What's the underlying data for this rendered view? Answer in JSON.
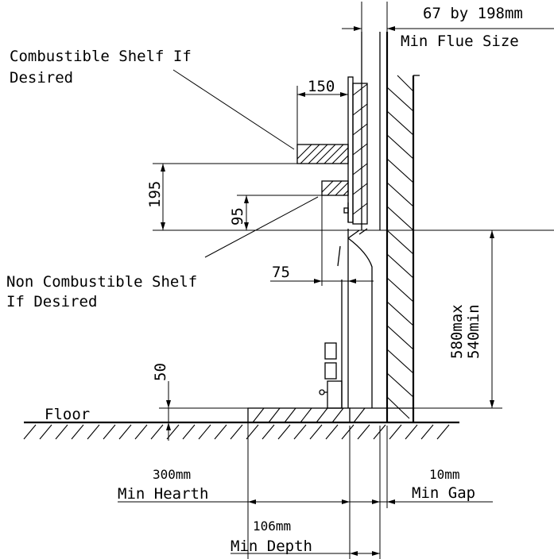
{
  "labels": {
    "flue_size_line1": "67 by 198mm",
    "flue_size_line2": "Min Flue Size",
    "combustible_shelf_line1": "Combustible Shelf If",
    "combustible_shelf_line2": "Desired",
    "non_combustible_line1": "Non Combustible Shelf",
    "non_combustible_line2": "If Desired",
    "floor": "Floor",
    "hearth_line1": "300mm",
    "hearth_line2": "Min Hearth",
    "gap_line1": "10mm",
    "gap_line2": "Min Gap",
    "depth_line1": "106mm",
    "depth_line2": "Min Depth"
  },
  "dimensions": {
    "shelf_width": "150",
    "shelf_height": "195",
    "small_shelf_height": "95",
    "small_shelf_offset": "75",
    "base_height": "50",
    "opening_max": "580max",
    "opening_min": "540min"
  }
}
